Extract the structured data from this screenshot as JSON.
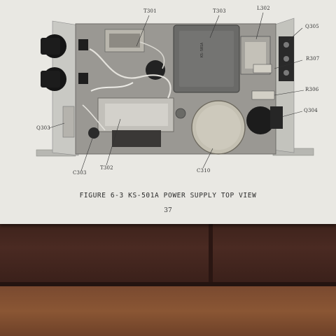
{
  "figure": {
    "caption": "FIGURE 6-3 KS-501A POWER SUPPLY TOP VIEW",
    "page_number": "37",
    "component_labels": {
      "t301": "T301",
      "t303": "T303",
      "l302": "L302",
      "q305": "Q305",
      "r307": "R307",
      "r306": "R306",
      "q304": "Q304",
      "q303": "Q303",
      "c303": "C303",
      "t302": "T302",
      "c310": "C310"
    }
  }
}
